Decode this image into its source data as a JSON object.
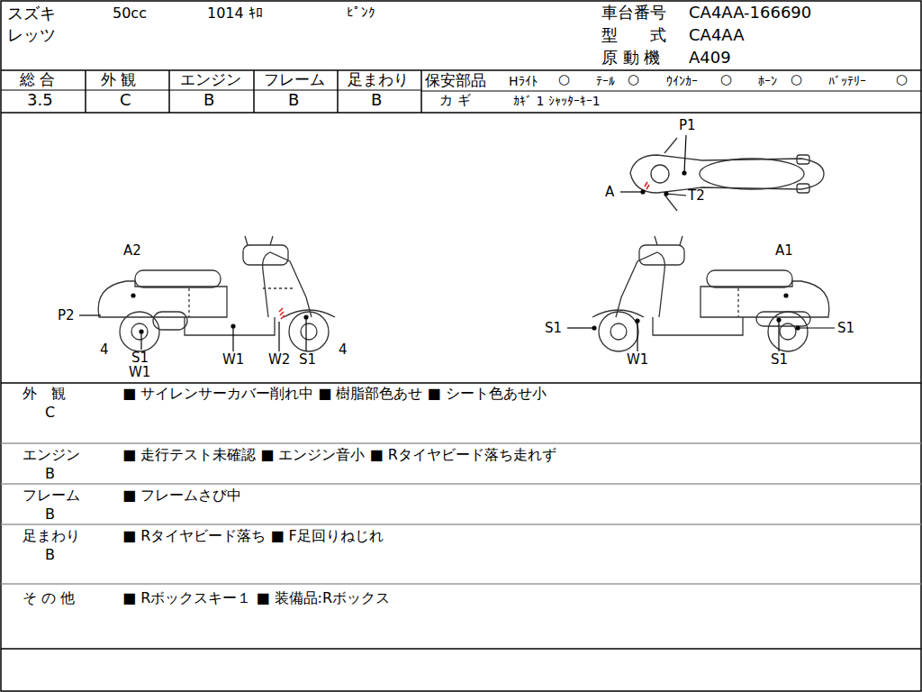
{
  "diagram": {
    "labels": [
      "スズキ",
      "50cc",
      "1014 ｷﾛ",
      "ﾋﾟﾝｸ",
      "車台番号",
      "CA4AA-166690",
      "レッツ",
      "型　　式",
      "CA4AA",
      "原 動 機",
      "A409",
      "総 合",
      "3.5",
      "外 観",
      "C",
      "エンジン",
      "B",
      "フレーム",
      "B",
      "足まわり",
      "B",
      "保安部品",
      "Hﾗｲﾄ",
      "○",
      "ﾃｰﾙ",
      "○",
      "ｳｲﾝｶｰ",
      "○",
      "ﾎｰﾝ",
      "○",
      "ﾊﾞｯﾃﾘｰ",
      "○",
      "カ ギ",
      "ｶｷﾞ 1 ｼｬｯﾀｰｷｰ1",
      "P1",
      "A",
      "T2",
      "A2",
      "A1",
      "P2",
      "4",
      "S1",
      "W1",
      "W1",
      "W2",
      "S1",
      "4",
      "S1",
      "W1",
      "S1",
      "S1",
      "外　観",
      "C",
      "■ サイレンサーカバー削れ中 ■ 樹脂部色あせ ■ シート色あせ小",
      "エンジン",
      "B",
      "■ 走行テスト未確認 ■ エンジン音小 ■ Rタイヤビード落ち走れず",
      "フレーム",
      "B",
      "■ フレームさび中",
      "足まわり",
      "B",
      "■ Rタイヤビード落ち ■ F足回りねじれ",
      "そ の 他",
      "■ Rボックスキー１ ■ 装備品:Rボックス"
    ]
  }
}
